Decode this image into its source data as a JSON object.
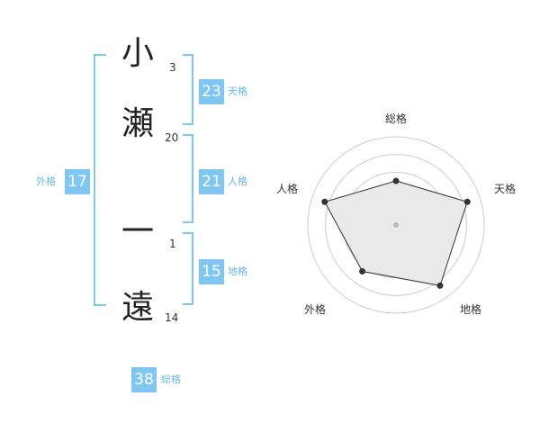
{
  "name": {
    "chars": [
      {
        "char": "小",
        "strokes": "3"
      },
      {
        "char": "瀬",
        "strokes": "20"
      },
      {
        "char": "一",
        "strokes": "1"
      },
      {
        "char": "遠",
        "strokes": "14"
      }
    ]
  },
  "kakusu": {
    "tenkaku": {
      "value": "23",
      "label": "天格"
    },
    "jinkaku": {
      "value": "21",
      "label": "人格"
    },
    "chikaku": {
      "value": "15",
      "label": "地格"
    },
    "gaikaku": {
      "value": "17",
      "label": "外格"
    },
    "soukaku": {
      "value": "38",
      "label": "総格"
    }
  },
  "radar": {
    "labels": [
      "総格",
      "天格",
      "地格",
      "外格",
      "人格"
    ],
    "levels": [
      0.5,
      0.85,
      0.85,
      0.65,
      0.85
    ],
    "colors": {
      "fill": "#e9e9e9",
      "line": "#333333",
      "ring": "#cccccc",
      "badge": "#7fc6f2"
    }
  }
}
